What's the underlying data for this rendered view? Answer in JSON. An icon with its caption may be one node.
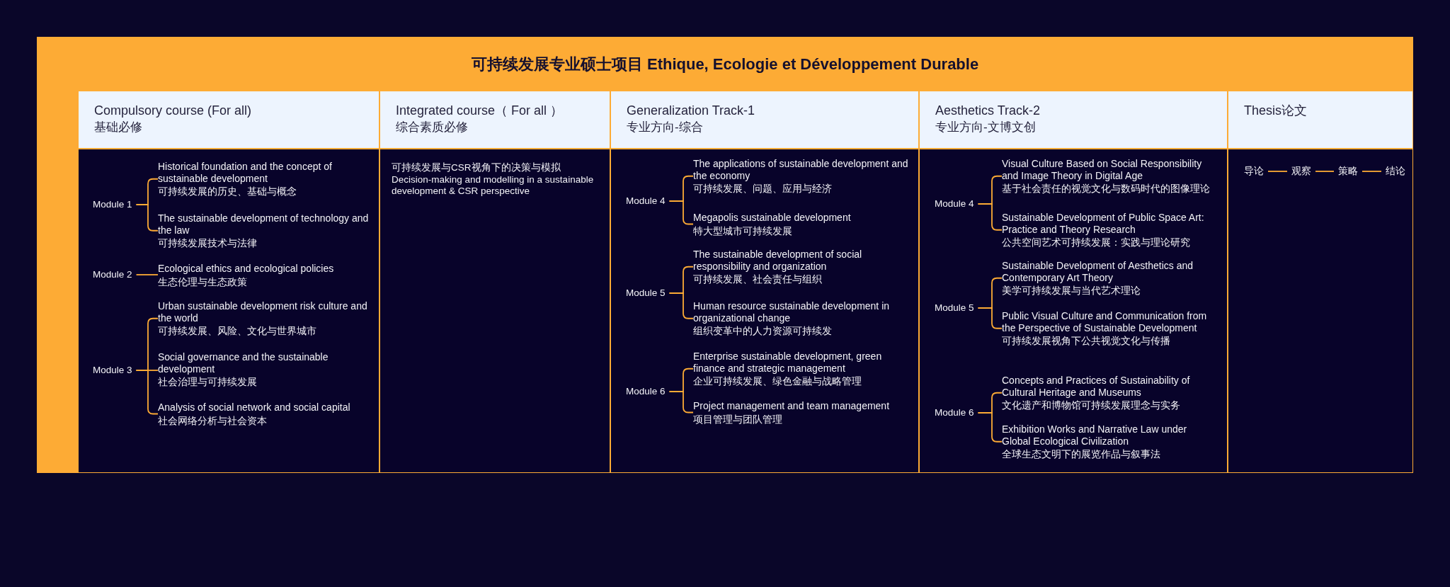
{
  "diagram": {
    "nodes": [
      {
        "text": [
          "可持续发展专业硕士项目 Ethique, Ecologie et Développement Durable"
        ]
      },
      {
        "text": [
          "Compulsory course (For all)",
          "基础必修"
        ],
        "in": 0
      },
      {
        "text": [],
        "shape": "box",
        "in": 0
      },
      {
        "text": [
          "Module 1"
        ],
        "in": 2
      },
      {
        "text": [
          "Historical foundation and the concept of sustainable development",
          "可持续发展的历史、基础与概念"
        ],
        "in": 2
      },
      {
        "text": [
          "The sustainable development of technology and the law",
          "可持续发展技术与法律"
        ],
        "in": 2
      },
      {
        "text": [
          "Module 2"
        ],
        "in": 2
      },
      {
        "text": [
          "Ecological ethics and ecological policies",
          "生态伦理与生态政策"
        ],
        "in": 2
      },
      {
        "text": [
          "Module 3"
        ],
        "in": 2
      },
      {
        "text": [
          "Urban sustainable development risk culture and the world",
          "可持续发展、风险、文化与世界城市"
        ],
        "in": 2
      },
      {
        "text": [
          "Social governance and the sustainable development",
          "社会治理与可持续发展"
        ],
        "in": 2
      },
      {
        "text": [
          "Analysis of social network and social capital",
          "社会网络分析与社会资本"
        ],
        "in": 2
      },
      {
        "text": [
          "Integrated course（ For all ）",
          "综合素质必修"
        ],
        "in": 0
      },
      {
        "text": [
          "可持续发展与CSR视角下的决策与模拟",
          "Decision-making and modelling in a sustainable development & CSR perspective"
        ],
        "in": 0
      },
      {
        "text": [
          "Generalization Track-1",
          "专业方向-综合"
        ],
        "in": 0
      },
      {
        "text": [],
        "shape": "box",
        "in": 0
      },
      {
        "text": [
          "Module 4"
        ],
        "in": 15
      },
      {
        "text": [
          "The applications of sustainable development and the economy",
          "可持续发展、问题、应用与经济"
        ],
        "in": 15
      },
      {
        "text": [
          "Megapolis sustainable development",
          "特大型城市可持续发展"
        ],
        "in": 15
      },
      {
        "text": [
          "Module 5"
        ],
        "in": 15
      },
      {
        "text": [
          "The sustainable development of social responsibility and organization",
          "可持续发展、社会责任与组织"
        ],
        "in": 15
      },
      {
        "text": [
          "Human resource sustainable development in organizational change",
          "组织变革中的人力资源可持续发"
        ],
        "in": 15
      },
      {
        "text": [
          "Module 6"
        ],
        "in": 15
      },
      {
        "text": [
          "Enterprise sustainable development, green finance and strategic management",
          "企业可持续发展、绿色金融与战略管理"
        ],
        "in": 15
      },
      {
        "text": [
          "Project management and team management",
          "项目管理与团队管理"
        ],
        "in": 15
      },
      {
        "text": [
          "Aesthetics Track-2",
          "专业方向-文博文创"
        ],
        "in": 0
      },
      {
        "text": [],
        "shape": "box",
        "in": 0
      },
      {
        "text": [
          "Module 4"
        ],
        "in": 26
      },
      {
        "text": [
          "Visual Culture Based on Social Responsibility and Image Theory in Digital Age",
          "基于社会责任的视觉文化与数码时代的图像理论"
        ],
        "in": 26
      },
      {
        "text": [
          "Sustainable Development of Public Space Art: Practice and Theory Research",
          "公共空间艺术可持续发展：实践与理论研究"
        ],
        "in": 26
      },
      {
        "text": [
          "Module 5"
        ],
        "in": 26
      },
      {
        "text": [
          "Sustainable Development of Aesthetics and Contemporary Art Theory",
          "美学可持续发展与当代艺术理论"
        ],
        "in": 26
      },
      {
        "text": [
          "Public Visual Culture and Communication from the Perspective of Sustainable Development",
          "可持续发展视角下公共视觉文化与传播"
        ],
        "in": 26
      },
      {
        "text": [
          "Module 6"
        ],
        "in": 26
      },
      {
        "text": [
          "Concepts and Practices of Sustainability of Cultural Heritage and Museums",
          "文化遗产和博物馆可持续发展理念与实务"
        ],
        "in": 26
      },
      {
        "text": [
          "Exhibition Works and Narrative Law under Global Ecological Civilization",
          "全球生态文明下的展览作品与叙事法"
        ],
        "in": 26
      },
      {
        "text": [
          "Thesis论文"
        ],
        "in": 0
      },
      {
        "text": [],
        "shape": "box",
        "in": 0
      },
      {
        "text": [
          "导论"
        ],
        "in": 37
      },
      {
        "text": [
          "观察"
        ],
        "in": 37
      },
      {
        "text": [
          "策略"
        ],
        "in": 37
      },
      {
        "text": [
          "结论"
        ],
        "in": 37
      }
    ],
    "edges": [
      {
        "from": 3,
        "to": 4,
        "arrow": "none"
      },
      {
        "from": 3,
        "to": 5,
        "arrow": "none"
      },
      {
        "from": 6,
        "to": 7,
        "arrow": "none"
      },
      {
        "from": 8,
        "to": 9,
        "arrow": "none"
      },
      {
        "from": 8,
        "to": 10,
        "arrow": "none"
      },
      {
        "from": 8,
        "to": 11,
        "arrow": "none"
      },
      {
        "from": 16,
        "to": 17,
        "arrow": "none"
      },
      {
        "from": 16,
        "to": 18,
        "arrow": "none"
      },
      {
        "from": 19,
        "to": 20,
        "arrow": "none"
      },
      {
        "from": 19,
        "to": 21,
        "arrow": "none"
      },
      {
        "from": 22,
        "to": 23,
        "arrow": "none"
      },
      {
        "from": 22,
        "to": 24,
        "arrow": "none"
      },
      {
        "from": 27,
        "to": 28,
        "arrow": "none"
      },
      {
        "from": 27,
        "to": 29,
        "arrow": "none"
      },
      {
        "from": 30,
        "to": 31,
        "arrow": "none"
      },
      {
        "from": 30,
        "to": 32,
        "arrow": "none"
      },
      {
        "from": 33,
        "to": 34,
        "arrow": "none"
      },
      {
        "from": 33,
        "to": 35,
        "arrow": "none"
      },
      {
        "from": 38,
        "to": 39,
        "arrow": "none"
      },
      {
        "from": 39,
        "to": 40,
        "arrow": "none"
      },
      {
        "from": 40,
        "to": 41,
        "arrow": "none"
      }
    ]
  }
}
